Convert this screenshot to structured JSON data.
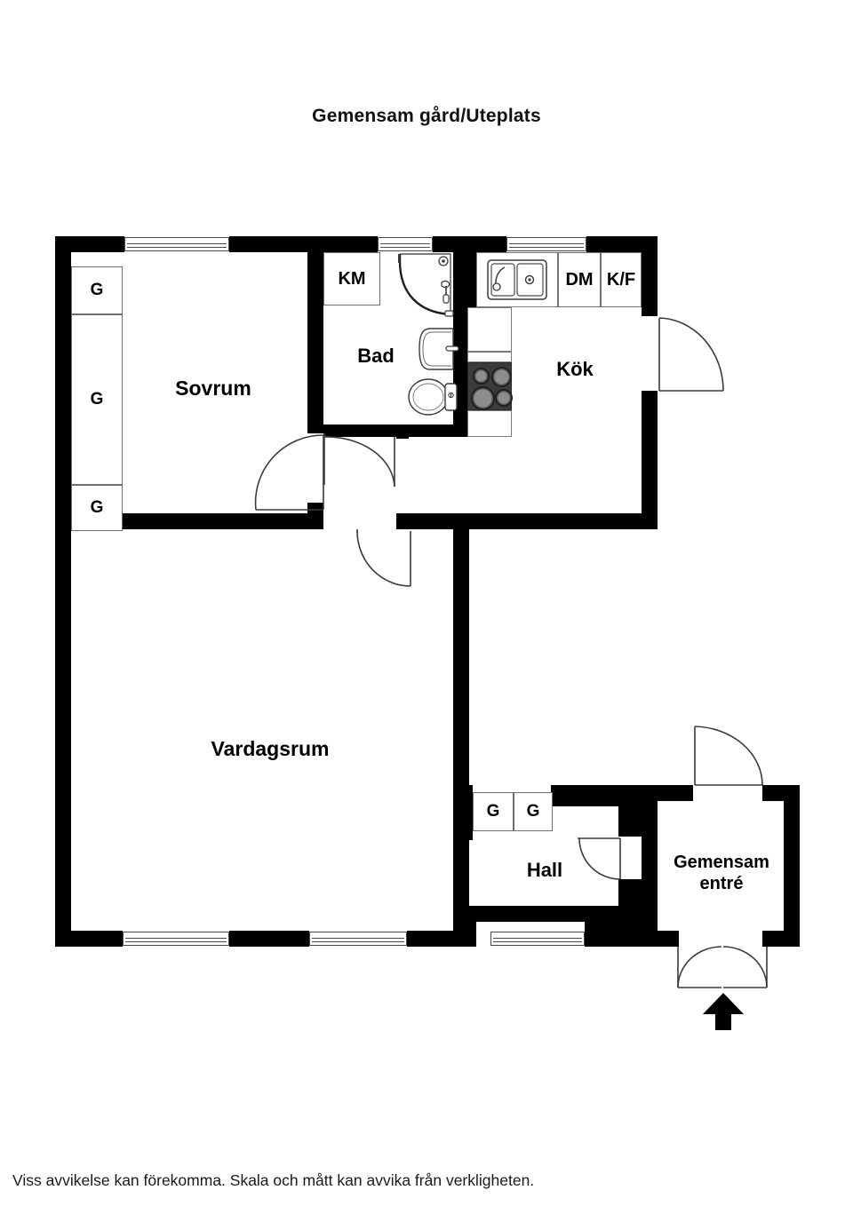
{
  "document": {
    "title": "Gemensam gård/Uteplats",
    "footer_note": "Viss avvikelse kan förekomma. Skala och mått kan avvika från verkligheten."
  },
  "floorplan": {
    "rooms": [
      {
        "id": "sovrum",
        "label": "Sovrum"
      },
      {
        "id": "bad",
        "label": "Bad"
      },
      {
        "id": "kok",
        "label": "Kök"
      },
      {
        "id": "vardagsrum",
        "label": "Vardagsrum"
      },
      {
        "id": "hall",
        "label": "Hall"
      },
      {
        "id": "gemensam-entre",
        "label_line1": "Gemensam",
        "label_line2": "entré"
      }
    ],
    "closets": [
      {
        "id": "sovrum-closet-1",
        "label": "G",
        "room": "sovrum"
      },
      {
        "id": "sovrum-closet-2",
        "label": "G",
        "room": "sovrum"
      },
      {
        "id": "sovrum-closet-3",
        "label": "G",
        "room": "sovrum"
      },
      {
        "id": "hall-closet-1",
        "label": "G",
        "room": "hall"
      },
      {
        "id": "hall-closet-2",
        "label": "G",
        "room": "hall"
      }
    ],
    "appliances": [
      {
        "id": "washing-machine",
        "label": "KM",
        "room": "bad",
        "meaning": "tvattmaskin"
      },
      {
        "id": "dishwasher",
        "label": "DM",
        "room": "kok",
        "meaning": "diskmaskin"
      },
      {
        "id": "fridge-freezer",
        "label": "K/F",
        "room": "kok",
        "meaning": "kyl-frys"
      }
    ],
    "fixtures": [
      {
        "id": "shower-corner",
        "icon": "shower-icon",
        "room": "bad"
      },
      {
        "id": "wash-basin",
        "icon": "sink-icon",
        "room": "bad"
      },
      {
        "id": "toilet",
        "icon": "toilet-icon",
        "room": "bad"
      },
      {
        "id": "kitchen-sink",
        "icon": "sink-icon",
        "room": "kok"
      },
      {
        "id": "stove",
        "icon": "stove-icon",
        "room": "kok",
        "burners": 4
      }
    ],
    "windows": [
      {
        "id": "window-sovrum-north",
        "wall": "north"
      },
      {
        "id": "window-bad-north",
        "wall": "north"
      },
      {
        "id": "window-kok-north",
        "wall": "north"
      },
      {
        "id": "window-vardagsrum-south-left",
        "wall": "south"
      },
      {
        "id": "window-vardagsrum-south-right",
        "wall": "south"
      },
      {
        "id": "window-hall-south",
        "wall": "south"
      }
    ],
    "doors": [
      {
        "id": "door-sovrum",
        "swing": "left"
      },
      {
        "id": "door-bad",
        "swing": "right"
      },
      {
        "id": "door-vardagsrum",
        "swing": "down"
      },
      {
        "id": "door-kok-exterior",
        "swing": "right"
      },
      {
        "id": "door-entre-north",
        "swing": "right"
      },
      {
        "id": "door-hall-entre",
        "swing": "left"
      },
      {
        "id": "door-entrance-left",
        "swing": "double"
      },
      {
        "id": "door-entrance-right",
        "swing": "double"
      }
    ],
    "entry_marker": {
      "id": "entrance-arrow",
      "icon": "arrow-up-icon"
    },
    "colors": {
      "wall": "#000000",
      "background": "#ffffff",
      "text": "#000000",
      "line": "#4a4a4a",
      "stove_body": "#3b3b3b",
      "burner": "#8d8d8d"
    }
  }
}
